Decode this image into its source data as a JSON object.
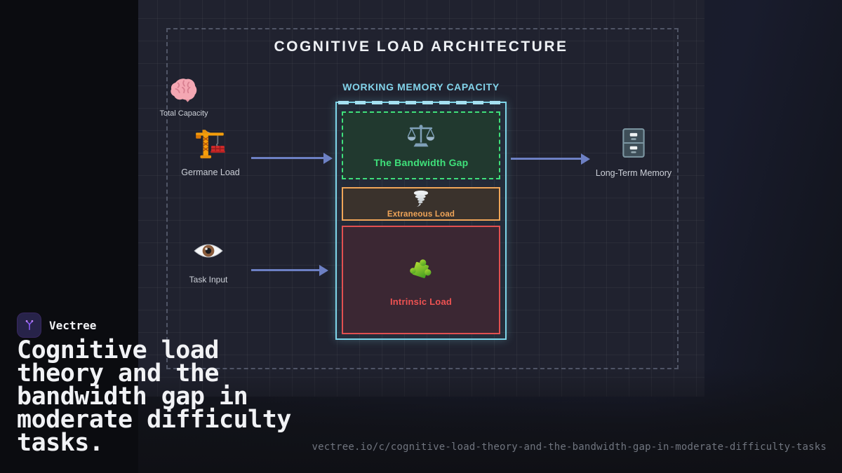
{
  "diagram": {
    "title": "COGNITIVE LOAD ARCHITECTURE",
    "working_memory": {
      "label": "WORKING MEMORY CAPACITY",
      "sections": [
        {
          "id": "bandwidth_gap",
          "label": "The Bandwidth Gap",
          "icon": "balance-scale-icon",
          "accent": "#3fe07a"
        },
        {
          "id": "extraneous_load",
          "label": "Extraneous Load",
          "icon": "tornado-icon",
          "accent": "#f0a558"
        },
        {
          "id": "intrinsic_load",
          "label": "Intrinsic Load",
          "icon": "puzzle-piece-icon",
          "accent": "#ee5252"
        }
      ]
    },
    "inputs": [
      {
        "id": "total_capacity",
        "label": "Total Capacity",
        "icon": "brain-icon"
      },
      {
        "id": "germane_load",
        "label": "Germane Load",
        "icon": "crane-icon"
      },
      {
        "id": "task_input",
        "label": "Task Input",
        "icon": "eye-icon"
      }
    ],
    "output": {
      "id": "long_term_memory",
      "label": "Long-Term Memory",
      "icon": "file-cabinet-icon"
    },
    "colors": {
      "container_border": "#7ed4e8",
      "arrow": "#6d80c4",
      "title_text": "#eef1f5",
      "capacity_label": "#82d3ea",
      "canvas_bg": "#20222f"
    }
  },
  "brand": {
    "name": "Vectree"
  },
  "caption_lines": [
    "Cognitive load",
    "theory and the",
    "bandwidth gap in",
    "moderate difficulty",
    "tasks."
  ],
  "footer_url": "vectree.io/c/cognitive-load-theory-and-the-bandwidth-gap-in-moderate-difficulty-tasks"
}
